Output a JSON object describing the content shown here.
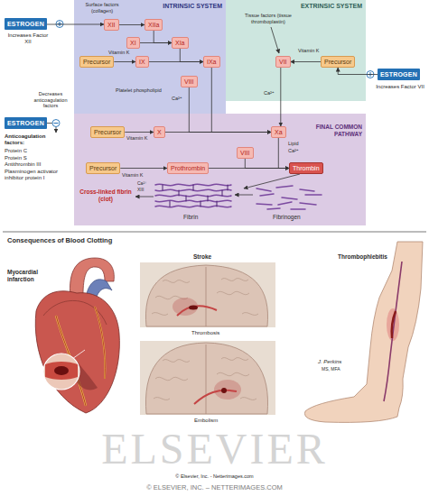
{
  "diagram": {
    "nodes": [
      {
        "text": [
          "ESTROGEN"
        ]
      },
      {
        "text": [
          "INTRINSIC SYSTEM"
        ]
      },
      {
        "text": [
          "XII"
        ],
        "in": 1
      },
      {
        "text": [
          "XIIa"
        ],
        "in": 1
      },
      {
        "text": [
          "XI"
        ],
        "in": 1
      },
      {
        "text": [
          "XIa"
        ],
        "in": 1
      },
      {
        "text": [
          "Precursor"
        ],
        "in": 1
      },
      {
        "text": [
          "IX"
        ],
        "in": 1
      },
      {
        "text": [
          "IXa"
        ],
        "in": 1
      },
      {
        "text": [
          "VIII"
        ],
        "in": 1
      },
      {
        "text": [
          "EXTRINSIC SYSTEM"
        ]
      },
      {
        "text": [
          "VII"
        ],
        "in": 10
      },
      {
        "text": [
          "Precursor"
        ],
        "in": 10
      },
      {
        "text": [
          "ESTROGEN"
        ]
      },
      {
        "text": [
          "ESTROGEN"
        ]
      },
      {
        "text": [
          "FINAL COMMON PATHWAY"
        ]
      },
      {
        "text": [
          "Precursor"
        ],
        "in": 15
      },
      {
        "text": [
          "X"
        ],
        "in": 15
      },
      {
        "text": [
          "Xa"
        ],
        "in": 15
      },
      {
        "text": [
          "VIII"
        ],
        "in": 15
      },
      {
        "text": [
          "Precursor"
        ],
        "in": 15
      },
      {
        "text": [
          "Prothrombin"
        ],
        "in": 15
      },
      {
        "text": [
          "Thrombin"
        ],
        "in": 15
      }
    ],
    "edges": [
      {
        "from": 0,
        "to": 2,
        "arrow": "to"
      },
      {
        "from": 2,
        "to": 3,
        "arrow": "to"
      },
      {
        "from": 3,
        "to": 5,
        "arrow": "to"
      },
      {
        "from": 4,
        "to": 5,
        "arrow": "to"
      },
      {
        "from": 6,
        "to": 7,
        "arrow": "to"
      },
      {
        "from": 7,
        "to": 8,
        "arrow": "to"
      },
      {
        "from": 5,
        "to": 8,
        "arrow": "to"
      },
      {
        "from": 9,
        "to": 18,
        "arrow": "to"
      },
      {
        "from": 8,
        "to": 18,
        "arrow": "to"
      },
      {
        "from": 13,
        "to": 12,
        "arrow": "to"
      },
      {
        "from": 12,
        "to": 11,
        "arrow": "to"
      },
      {
        "from": 11,
        "to": 18,
        "arrow": "to"
      },
      {
        "from": 16,
        "to": 17,
        "arrow": "to"
      },
      {
        "from": 17,
        "to": 18,
        "arrow": "to"
      },
      {
        "from": 20,
        "to": 21,
        "arrow": "to"
      },
      {
        "from": 21,
        "to": 22,
        "arrow": "to"
      },
      {
        "from": 18,
        "to": 22,
        "arrow": "to"
      },
      {
        "from": 19,
        "to": 22,
        "arrow": "to"
      }
    ],
    "labels": [
      "Increases Factor XII",
      "Surface factors (collagen)",
      "Vitamin K",
      "Platelet phospholipid",
      "Ca²⁺",
      "Tissue factors (tissue thromboplastin)",
      "Vitamin K",
      "Ca²⁺",
      "Increases Factor VII",
      "Decreases anticoagulation factors",
      "Anticoagulation factors:",
      "Protein C",
      "Protein S",
      "Antithrombin III",
      "Plasminogen activator inhibitor protein I",
      "Vitamin K",
      "Lipid",
      "Ca²⁺",
      "Vitamin K",
      "Cross-linked fibrin (clot)",
      "Ca²⁺",
      "XIII",
      "Fibrin",
      "Fibrinogen",
      "Consequences of Blood Clotting",
      "Myocardial infarction",
      "Stroke",
      "Thrombophlebitis",
      "Thrombosis",
      "Embolism",
      "J. Perkins",
      "MS, MFA",
      "ELSEVIER",
      "© Elsevier, Inc. - Netterimages.com",
      "© ELSEVIER, INC. – NETTERIMAGES.COM"
    ]
  }
}
